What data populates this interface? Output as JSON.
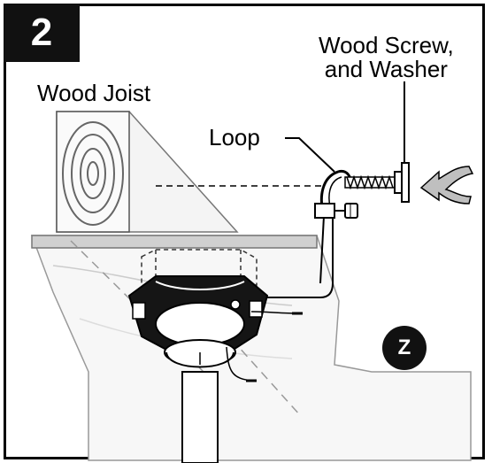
{
  "step": {
    "number": "2"
  },
  "labels": {
    "wood_joist": "Wood Joist",
    "loop": "Loop",
    "screw_line1": "Wood Screw,",
    "screw_line2": "and Washer"
  },
  "callout": {
    "letter": "Z"
  },
  "colors": {
    "ink": "#000000",
    "fill_dark": "#111111",
    "shade": "#d9d9d9",
    "wood": "#f2f2f2"
  },
  "icons": [
    "insert-arrow-icon"
  ]
}
